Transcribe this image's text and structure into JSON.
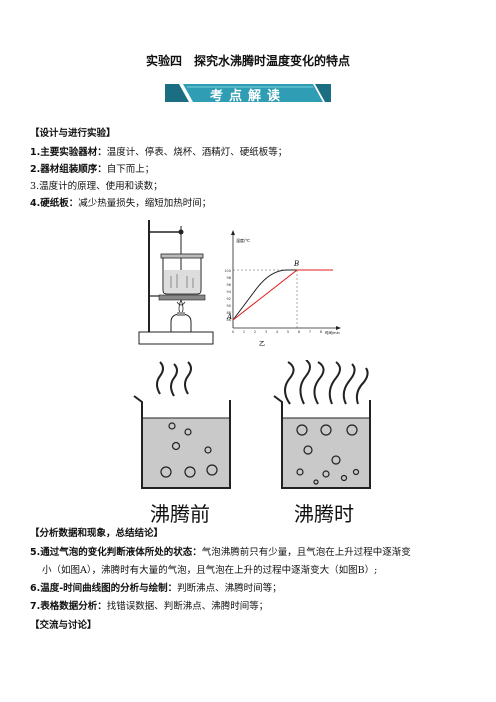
{
  "title": "实验四　探究水沸腾时温度变化的特点",
  "banner": "考点解读",
  "sections": {
    "design": "【设计与进行实验】",
    "analysis": "【分析数据和现象，总结结论】",
    "discuss": "【交流与讨论】"
  },
  "items": [
    {
      "label": "1.主要实验器材：",
      "text": "温度计、停表、烧杯、酒精灯、硬纸板等；"
    },
    {
      "label": "2.器材组装顺序：",
      "text": "自下而上；"
    },
    {
      "label": "",
      "text": "3.温度计的原理、使用和读数；"
    },
    {
      "label": "4.硬纸板：",
      "text": "减少热量损失，缩短加热时间；"
    }
  ],
  "items2": [
    {
      "label": "5.通过气泡的变化判断液体所处的状态：",
      "text": "气泡沸腾前只有少量，且气泡在上升过程中逐渐变"
    },
    {
      "label": "",
      "text": "小（如图A），沸腾时有大量的气泡，且气泡在上升的过程中逐渐变大（如图B）;"
    },
    {
      "label": "6.温度-时间曲线图的分析与绘制：",
      "text": "判断沸点、沸腾时间等；"
    },
    {
      "label": "7.表格数据分析：",
      "text": "找错误数据、判断沸点、沸腾时间等；"
    }
  ],
  "figure": {
    "graph_ylabel": "温度/℃",
    "graph_xlabel": "时间/min",
    "point_a": "A",
    "point_b": "B",
    "caption_yi": "乙",
    "yticks": [
      "100",
      "98",
      "96",
      "94",
      "92",
      "90",
      "88",
      "86"
    ],
    "xticks": [
      "0",
      "1",
      "2",
      "3",
      "4",
      "5",
      "6",
      "7",
      "8",
      "9"
    ]
  },
  "beakers": {
    "before": "沸腾前",
    "during": "沸腾时"
  },
  "colors": {
    "banner_bg": "#2f9db3",
    "banner_stripe": "#1b6e82",
    "red_curve": "#e21b1b",
    "water": "#c9c9c9"
  }
}
